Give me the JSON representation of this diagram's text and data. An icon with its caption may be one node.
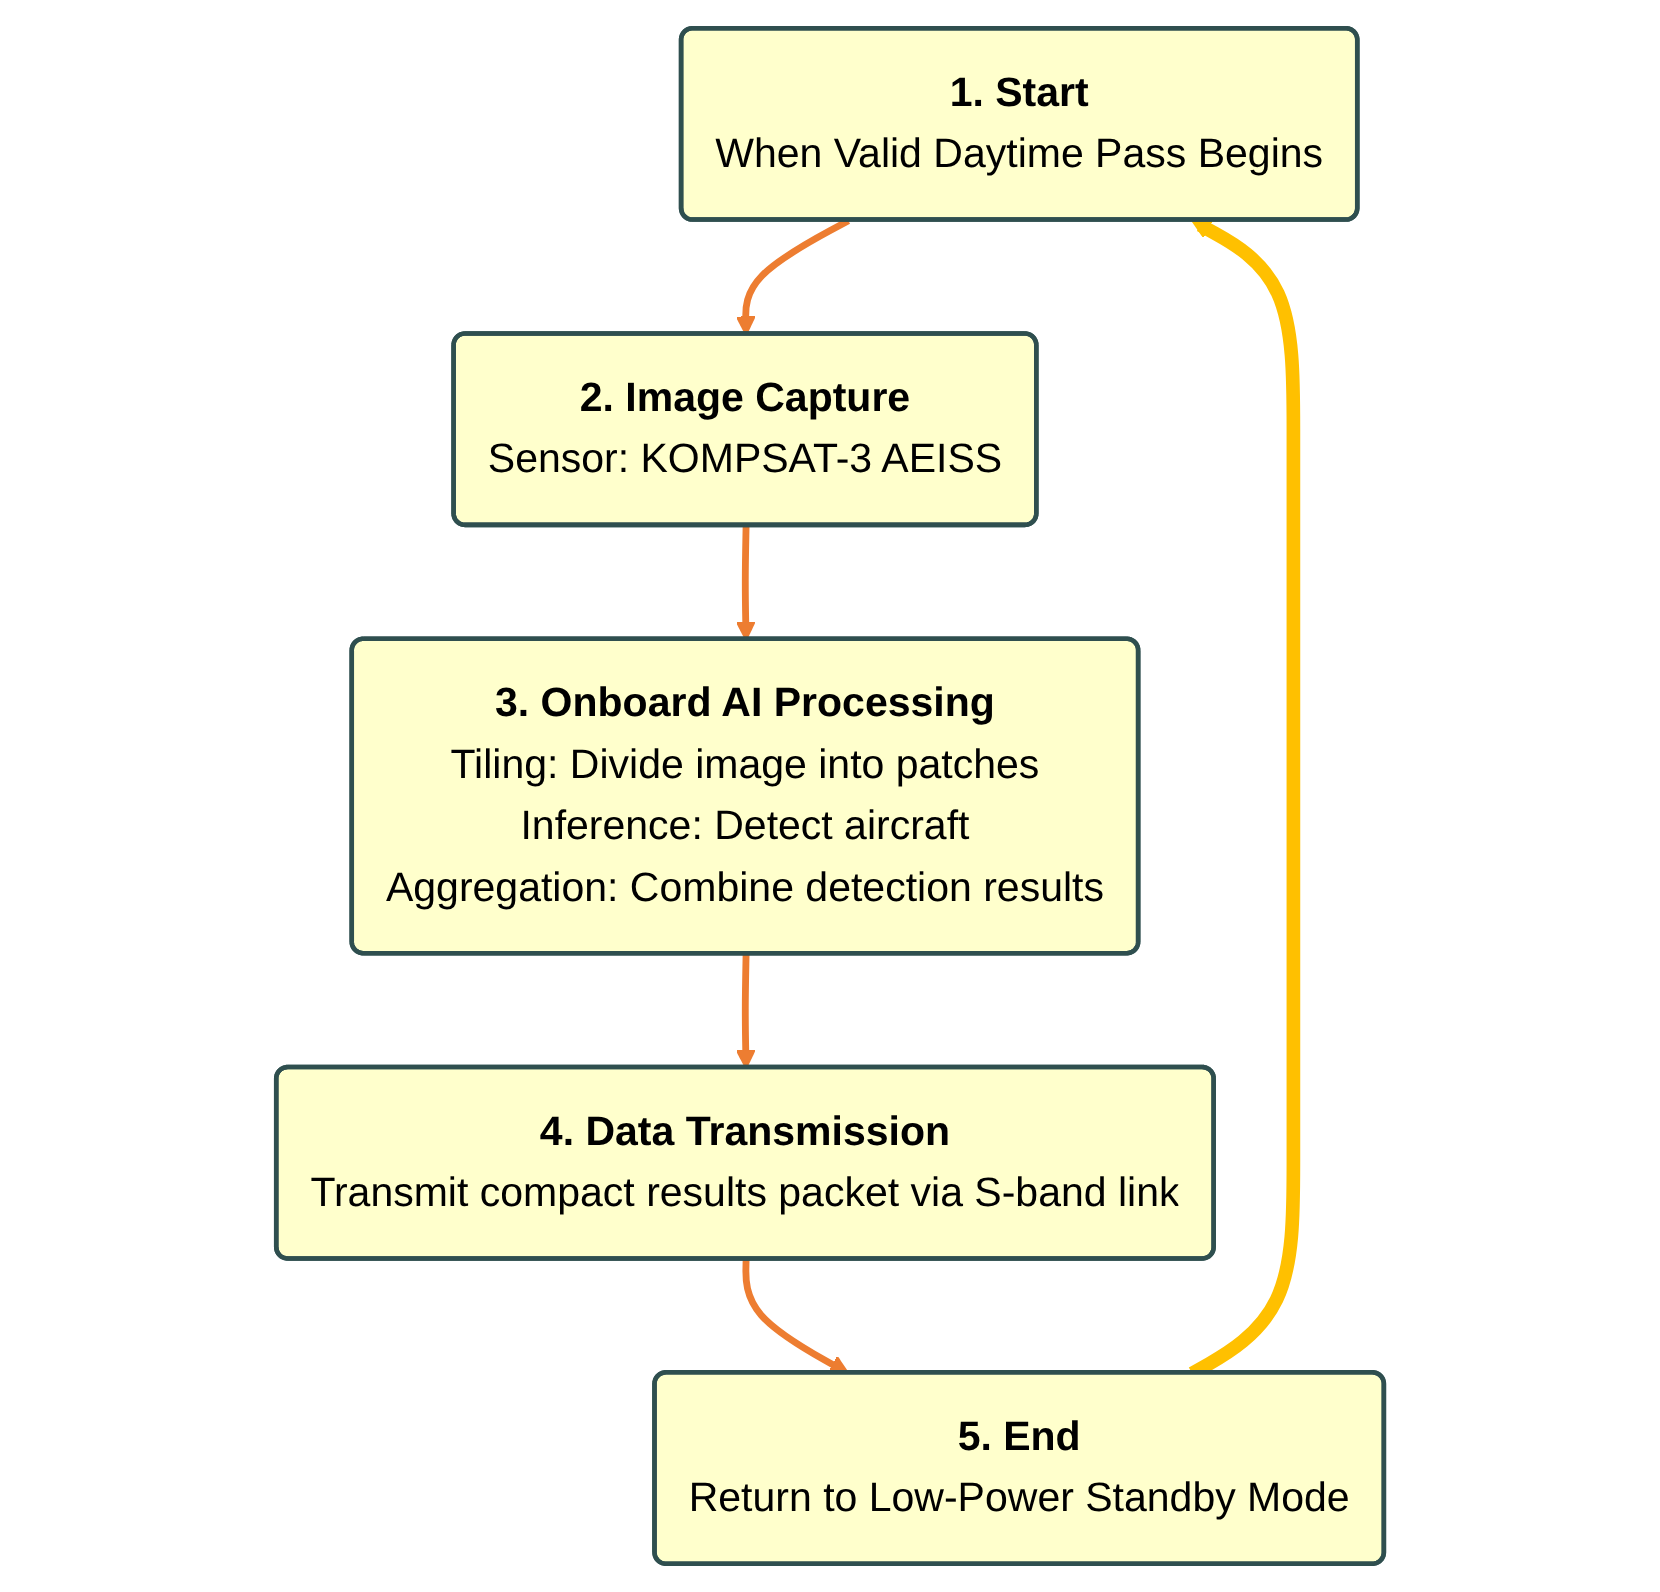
{
  "diagram": {
    "nodes": [
      {
        "text": [
          "1. Start",
          "When Valid Daytime Pass Begins"
        ]
      },
      {
        "text": [
          "2. Image Capture",
          "Sensor: KOMPSAT-3 AEISS"
        ]
      },
      {
        "text": [
          "3. Onboard AI Processing",
          "Tiling: Divide image into patches",
          "Inference: Detect aircraft",
          "Aggregation: Combine detection results"
        ]
      },
      {
        "text": [
          "4. Data Transmission",
          "Transmit compact results packet via S-band link"
        ]
      },
      {
        "text": [
          "5. End",
          "Return to Low-Power Standby Mode"
        ]
      }
    ],
    "edges": [
      {
        "from": 0,
        "to": 1,
        "arrow": "to"
      },
      {
        "from": 1,
        "to": 2,
        "arrow": "to"
      },
      {
        "from": 2,
        "to": 3,
        "arrow": "to"
      },
      {
        "from": 3,
        "to": 4,
        "arrow": "to"
      },
      {
        "from": 4,
        "to": 0,
        "arrow": "to",
        "style": "thick",
        "color": "#ffc000"
      }
    ]
  }
}
